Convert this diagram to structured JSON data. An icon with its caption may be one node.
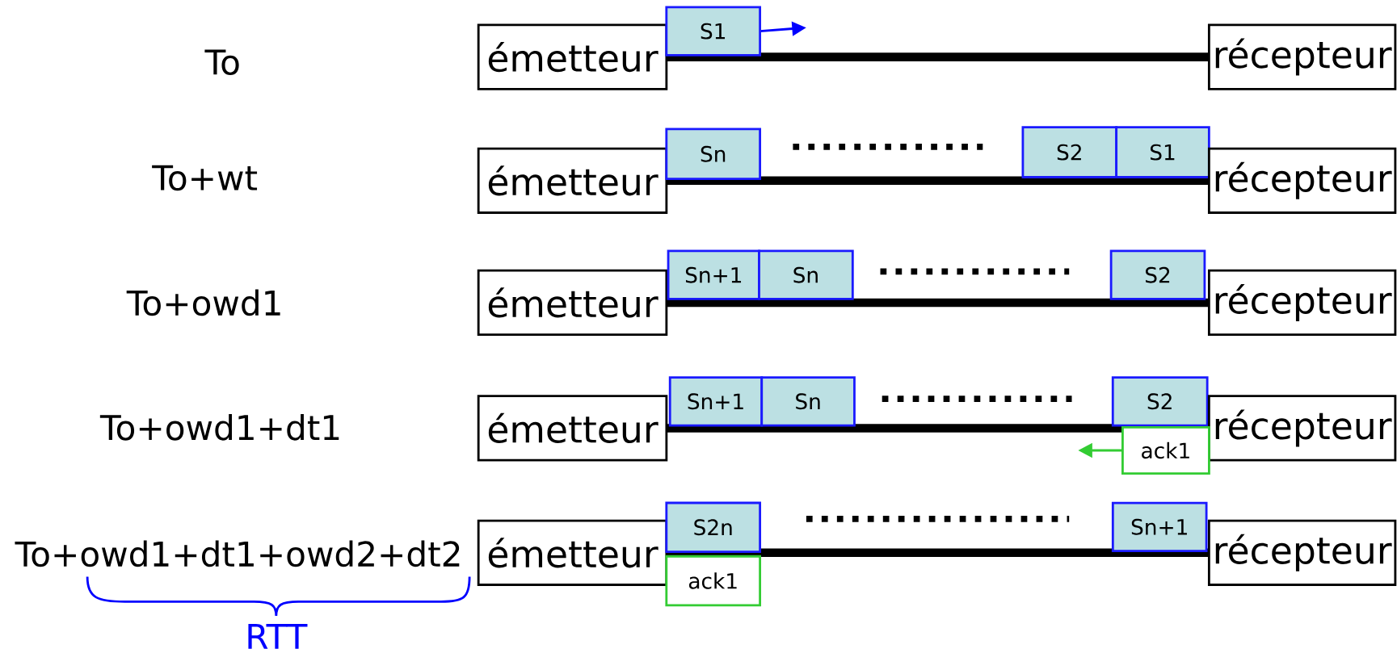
{
  "diagram": {
    "nodes": [
      {
        "text": [
          "émetteur"
        ]
      },
      {
        "text": [
          "S1"
        ]
      },
      {
        "text": [
          "récepteur"
        ]
      },
      {
        "text": [
          "émetteur"
        ]
      },
      {
        "text": [
          "Sn"
        ]
      },
      {
        "text": [
          "S2"
        ]
      },
      {
        "text": [
          "S1"
        ]
      },
      {
        "text": [
          "récepteur"
        ]
      },
      {
        "text": [
          "émetteur"
        ]
      },
      {
        "text": [
          "Sn+1"
        ]
      },
      {
        "text": [
          "Sn"
        ]
      },
      {
        "text": [
          "S2"
        ]
      },
      {
        "text": [
          "récepteur"
        ]
      },
      {
        "text": [
          "émetteur"
        ]
      },
      {
        "text": [
          "Sn+1"
        ]
      },
      {
        "text": [
          "Sn"
        ]
      },
      {
        "text": [
          "S2"
        ]
      },
      {
        "text": [
          "récepteur"
        ]
      },
      {
        "text": [
          "ack1"
        ]
      },
      {
        "text": [
          "émetteur"
        ]
      },
      {
        "text": [
          "S2n"
        ]
      },
      {
        "text": [
          "Sn+1"
        ]
      },
      {
        "text": [
          "récepteur"
        ]
      },
      {
        "text": [
          "ack1"
        ]
      }
    ],
    "edges": [
      {
        "from": 0,
        "to": 2,
        "arrow": "none"
      },
      {
        "from": 1,
        "to": null,
        "arrow": "to",
        "color": "#0000ff"
      },
      {
        "from": 3,
        "to": 7,
        "arrow": "none"
      },
      {
        "from": 8,
        "to": 12,
        "arrow": "none"
      },
      {
        "from": 13,
        "to": 17,
        "arrow": "none"
      },
      {
        "from": 18,
        "to": null,
        "arrow": "to",
        "color": "#33cc33"
      },
      {
        "from": 19,
        "to": 22,
        "arrow": "none"
      }
    ],
    "labels": [
      "To",
      "To+wt",
      "To+owd1",
      "To+owd1+dt1",
      "To+owd1+dt1+owd2+dt2",
      "RTT"
    ]
  }
}
